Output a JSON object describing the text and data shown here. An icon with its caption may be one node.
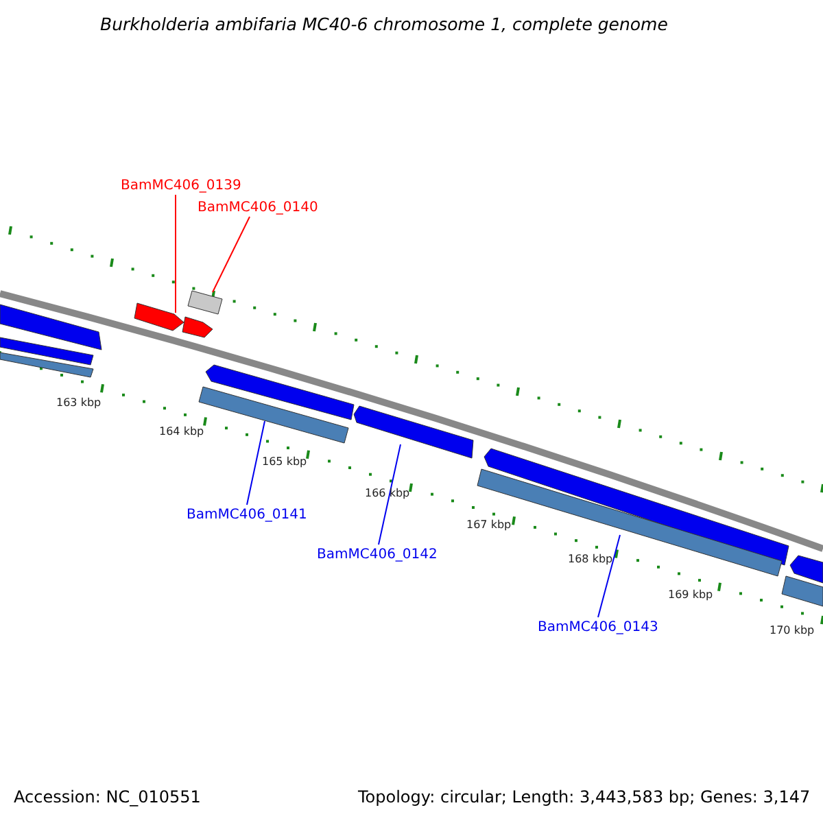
{
  "diagram": {
    "title": "Burkholderia ambifaria MC40-6 chromosome 1, complete genome",
    "nodes": [
      {
        "text": [
          "BamMC406_0139"
        ]
      },
      {
        "text": [
          "BamMC406_0140"
        ]
      },
      {
        "text": [
          "BamMC406_0141"
        ]
      },
      {
        "text": [
          "BamMC406_0142"
        ]
      },
      {
        "text": [
          "BamMC406_0143"
        ]
      },
      {
        "text": [],
        "shape": "bar"
      },
      {
        "text": [],
        "shape": "bar"
      },
      {
        "text": [],
        "shape": "bar"
      },
      {
        "text": [],
        "shape": "bar"
      },
      {
        "text": [],
        "shape": "bar"
      },
      {
        "text": [],
        "shape": "bar"
      },
      {
        "text": [],
        "shape": "bar"
      },
      {
        "text": [],
        "shape": "bar"
      },
      {
        "text": [],
        "shape": "bar"
      },
      {
        "text": [],
        "shape": "bar"
      },
      {
        "text": [],
        "shape": "bar"
      },
      {
        "text": [],
        "shape": "bar"
      },
      {
        "text": [],
        "shape": "bar"
      }
    ],
    "edges": [
      {
        "from": 0,
        "to": 8,
        "arrow": "none",
        "color": "#ff0000"
      },
      {
        "from": 1,
        "to": 10,
        "arrow": "none",
        "color": "#ff0000"
      },
      {
        "from": 2,
        "to": 12,
        "arrow": "none"
      },
      {
        "from": 3,
        "to": 13,
        "arrow": "none"
      },
      {
        "from": 4,
        "to": 15,
        "arrow": "none"
      }
    ],
    "labels": [
      "163 kbp",
      "164 kbp",
      "165 kbp",
      "166 kbp",
      "167 kbp",
      "168 kbp",
      "169 kbp",
      "170 kbp",
      "Accession: NC_010551",
      "Topology: circular; Length: 3,443,583 bp; Genes: 3,147"
    ]
  }
}
